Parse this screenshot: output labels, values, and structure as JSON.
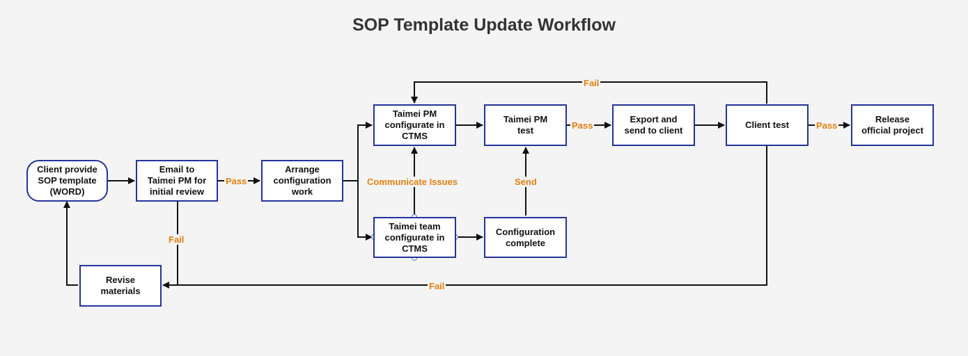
{
  "title": "SOP Template Update Workflow",
  "nodes": {
    "client_provide": "Client provide\nSOP template\n(WORD)",
    "email_pm": "Email to\nTaimei PM for\ninitial review",
    "arrange": "Arrange\nconfiguration\nwork",
    "pm_configurate": "Taimei PM\nconfigurate in\nCTMS",
    "team_configurate": "Taimei team\nconfigurate in\nCTMS",
    "pm_test": "Taimei PM\ntest",
    "config_complete": "Configuration\ncomplete",
    "export_send": "Export and\nsend to client",
    "client_test": "Client test",
    "release": "Release\nofficial project",
    "revise": "Revise\nmaterials"
  },
  "labels": {
    "pass_review": "Pass",
    "fail_review": "Fail",
    "communicate_issues": "Communicate Issues",
    "send": "Send",
    "pass_pm_test": "Pass",
    "fail_client_top": "Fail",
    "pass_client": "Pass",
    "fail_client_bottom": "Fail"
  },
  "colors": {
    "node_border": "#23339a",
    "label_text": "#e87f0f",
    "connector": "#111111",
    "background": "#f4f4f4"
  }
}
